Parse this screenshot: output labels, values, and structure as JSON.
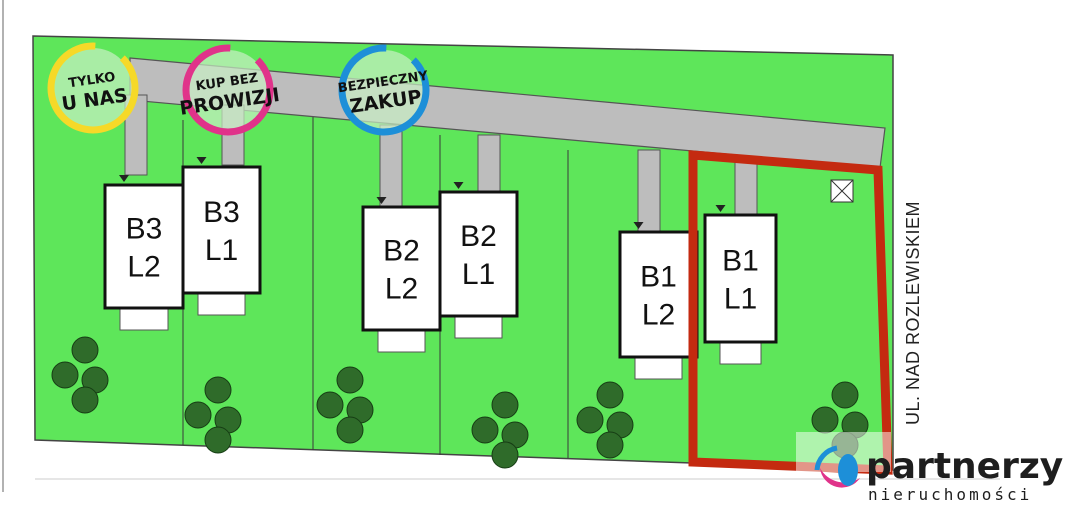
{
  "badges": [
    {
      "line1": "TYLKO",
      "line2": "U NAS",
      "color": "#f6d928"
    },
    {
      "line1": "KUP BEZ",
      "line2": "PROWIZJI",
      "color": "#e0338a"
    },
    {
      "line1": "BEZPIECZNY",
      "line2": "ZAKUP",
      "color": "#1d8fd8"
    }
  ],
  "houses": [
    {
      "building": "B3",
      "unit": "L2"
    },
    {
      "building": "B3",
      "unit": "L1"
    },
    {
      "building": "B2",
      "unit": "L2"
    },
    {
      "building": "B2",
      "unit": "L1"
    },
    {
      "building": "B1",
      "unit": "L2"
    },
    {
      "building": "B1",
      "unit": "L1",
      "highlighted": true
    }
  ],
  "street": "UL. NAD ROZLEWISKIEM",
  "logo": {
    "brand": "partnerzy",
    "sub": "nieruchomości"
  },
  "colors": {
    "lawn": "#5ee65a",
    "road": "#bdbdbd",
    "highlight": "#c42a10",
    "tree": "#2f6b2a"
  }
}
